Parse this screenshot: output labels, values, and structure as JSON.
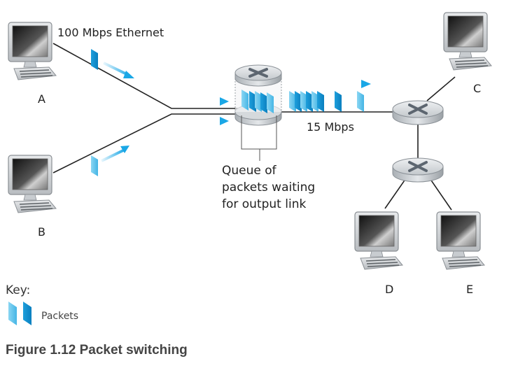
{
  "figure": {
    "caption": "Figure 1.12 Packet switching",
    "key_title": "Key:",
    "key_packets_label": "Packets"
  },
  "hosts": [
    {
      "id": "A",
      "label": "A"
    },
    {
      "id": "B",
      "label": "B"
    },
    {
      "id": "C",
      "label": "C"
    },
    {
      "id": "D",
      "label": "D"
    },
    {
      "id": "E",
      "label": "E"
    }
  ],
  "links": {
    "ethernet_label": "100 Mbps Ethernet",
    "output_label": "15 Mbps"
  },
  "queue": {
    "label": "Queue of\npackets waiting\nfor output link"
  },
  "colors": {
    "packet_light": "#5ec3ea",
    "packet_dark": "#0d8fcf",
    "arrow": "#1aa7e6",
    "line": "#222222",
    "router_body": "#c9ced2"
  }
}
